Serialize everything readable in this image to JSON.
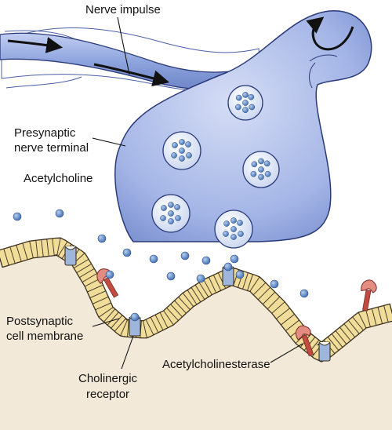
{
  "labels": {
    "nerve_impulse": "Nerve impulse",
    "presynaptic_line1": "Presynaptic",
    "presynaptic_line2": "nerve terminal",
    "acetylcholine": "Acetylcholine",
    "postsynaptic_line1": "Postsynaptic",
    "postsynaptic_line2": "cell membrane",
    "cholinergic_line1": "Cholinergic",
    "cholinergic_line2": "receptor",
    "acetylcholinesterase": "Acetylcholinesterase"
  },
  "colors": {
    "axon_fill": "#8ea4de",
    "axon_highlight": "#b8c6ee",
    "terminal_fill": "#a4b5e6",
    "terminal_stroke": "#2a3a78",
    "vesicle_fill": "#dfe7f7",
    "vesicle_dot": "#3f6fb5",
    "free_molecule": "#5b88c8",
    "cell_body": "#f3e9d8",
    "membrane_segment": "#f1dd9a",
    "membrane_stroke": "#3b3020",
    "receptor_fill": "#9fb6dc",
    "enzyme_fill": "#e48b82",
    "enzyme_stalk": "#c14b40",
    "arrow": "#111111"
  }
}
